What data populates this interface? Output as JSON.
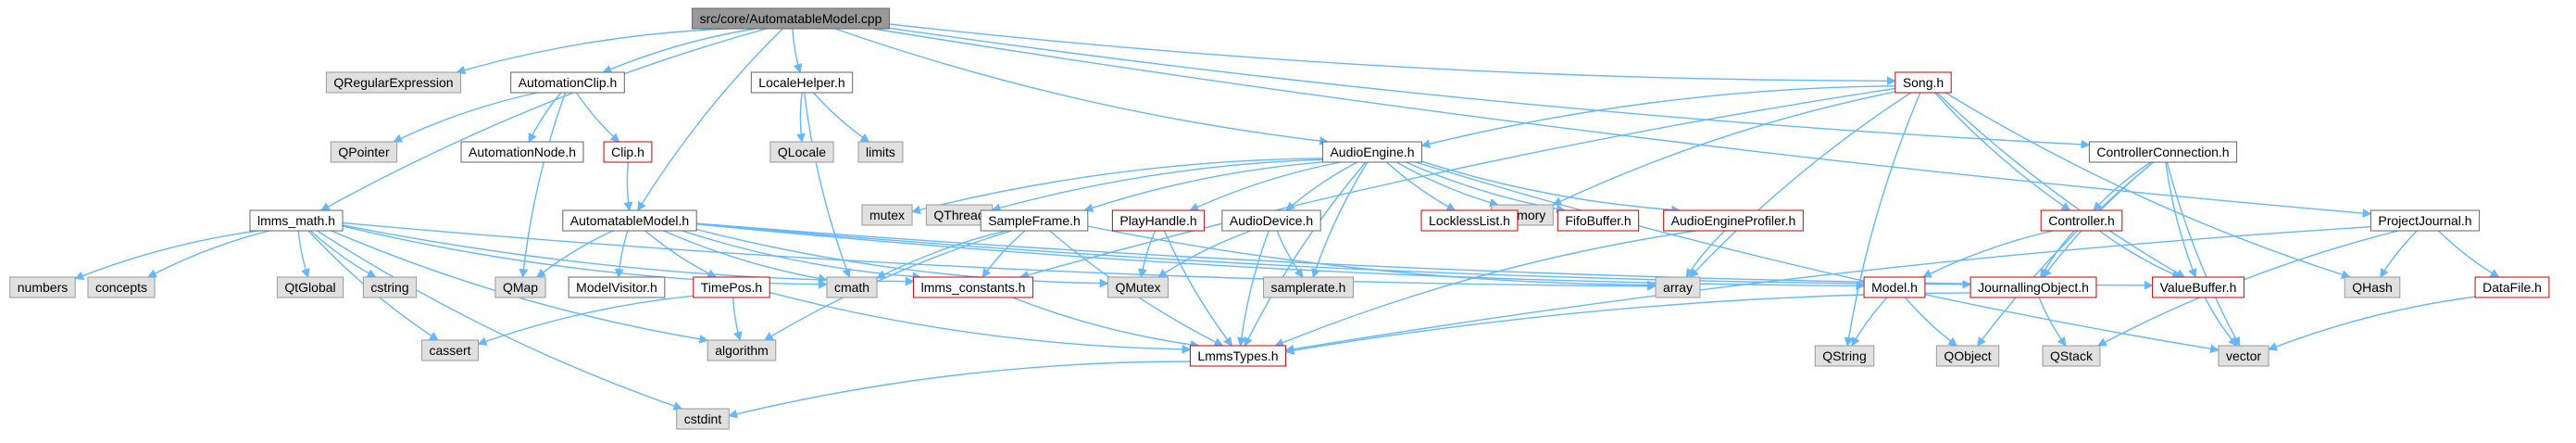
{
  "colors": {
    "edge": "#63b8ff",
    "focus_fill": "#999999",
    "focus_border": "#666666",
    "normal_fill": "#ffffff",
    "normal_border": "#666666",
    "system_fill": "#e0e0e0",
    "system_border": "#999999",
    "truncated_border": "#cc0000"
  },
  "nodes": {
    "AutomatableModel_cpp": {
      "label": "src/core/AutomatableModel.cpp",
      "kind": "focus"
    },
    "QRegularExpression": {
      "label": "QRegularExpression",
      "kind": "system"
    },
    "AutomationClip_h": {
      "label": "AutomationClip.h",
      "kind": "normal"
    },
    "LocaleHelper_h": {
      "label": "LocaleHelper.h",
      "kind": "normal"
    },
    "Song_h": {
      "label": "Song.h",
      "kind": "truncated"
    },
    "QPointer": {
      "label": "QPointer",
      "kind": "system"
    },
    "AutomationNode_h": {
      "label": "AutomationNode.h",
      "kind": "normal"
    },
    "Clip_h": {
      "label": "Clip.h",
      "kind": "truncated"
    },
    "QLocale": {
      "label": "QLocale",
      "kind": "system"
    },
    "limits": {
      "label": "limits",
      "kind": "system"
    },
    "AudioEngine_h": {
      "label": "AudioEngine.h",
      "kind": "normal"
    },
    "ControllerConnection_h": {
      "label": "ControllerConnection.h",
      "kind": "normal"
    },
    "mutex": {
      "label": "mutex",
      "kind": "system"
    },
    "QThread": {
      "label": "QThread",
      "kind": "system"
    },
    "memory": {
      "label": "memory",
      "kind": "system"
    },
    "lmms_math_h": {
      "label": "lmms_math.h",
      "kind": "normal"
    },
    "AutomatableModel_h": {
      "label": "AutomatableModel.h",
      "kind": "normal"
    },
    "SampleFrame_h": {
      "label": "SampleFrame.h",
      "kind": "normal"
    },
    "PlayHandle_h": {
      "label": "PlayHandle.h",
      "kind": "truncated"
    },
    "AudioDevice_h": {
      "label": "AudioDevice.h",
      "kind": "normal"
    },
    "LocklessList_h": {
      "label": "LocklessList.h",
      "kind": "truncated"
    },
    "FifoBuffer_h": {
      "label": "FifoBuffer.h",
      "kind": "truncated"
    },
    "AudioEngineProfiler_h": {
      "label": "AudioEngineProfiler.h",
      "kind": "truncated"
    },
    "Controller_h": {
      "label": "Controller.h",
      "kind": "truncated"
    },
    "ProjectJournal_h": {
      "label": "ProjectJournal.h",
      "kind": "normal"
    },
    "numbers": {
      "label": "numbers",
      "kind": "system"
    },
    "concepts": {
      "label": "concepts",
      "kind": "system"
    },
    "QtGlobal": {
      "label": "QtGlobal",
      "kind": "system"
    },
    "cstring": {
      "label": "cstring",
      "kind": "system"
    },
    "QMap": {
      "label": "QMap",
      "kind": "system"
    },
    "ModelVisitor_h": {
      "label": "ModelVisitor.h",
      "kind": "normal"
    },
    "TimePos_h": {
      "label": "TimePos.h",
      "kind": "truncated"
    },
    "cmath": {
      "label": "cmath",
      "kind": "system"
    },
    "lmms_constants_h": {
      "label": "lmms_constants.h",
      "kind": "truncated"
    },
    "QMutex": {
      "label": "QMutex",
      "kind": "system"
    },
    "samplerate_h": {
      "label": "samplerate.h",
      "kind": "system"
    },
    "array": {
      "label": "array",
      "kind": "system"
    },
    "Model_h": {
      "label": "Model.h",
      "kind": "truncated"
    },
    "JournallingObject_h": {
      "label": "JournallingObject.h",
      "kind": "truncated"
    },
    "ValueBuffer_h": {
      "label": "ValueBuffer.h",
      "kind": "truncated"
    },
    "QHash": {
      "label": "QHash",
      "kind": "system"
    },
    "DataFile_h": {
      "label": "DataFile.h",
      "kind": "truncated"
    },
    "cassert": {
      "label": "cassert",
      "kind": "system"
    },
    "algorithm": {
      "label": "algorithm",
      "kind": "system"
    },
    "LmmsTypes_h": {
      "label": "LmmsTypes.h",
      "kind": "truncated"
    },
    "QString": {
      "label": "QString",
      "kind": "system"
    },
    "QObject": {
      "label": "QObject",
      "kind": "system"
    },
    "QStack": {
      "label": "QStack",
      "kind": "system"
    },
    "vector": {
      "label": "vector",
      "kind": "system"
    },
    "cstdint": {
      "label": "cstdint",
      "kind": "system"
    }
  },
  "edges": [
    [
      "AutomatableModel_cpp",
      "QRegularExpression"
    ],
    [
      "AutomatableModel_cpp",
      "AutomationClip_h"
    ],
    [
      "AutomatableModel_cpp",
      "LocaleHelper_h"
    ],
    [
      "AutomatableModel_cpp",
      "Song_h"
    ],
    [
      "AutomatableModel_cpp",
      "lmms_math_h"
    ],
    [
      "AutomatableModel_cpp",
      "AutomatableModel_h"
    ],
    [
      "AutomatableModel_cpp",
      "AudioEngine_h"
    ],
    [
      "AutomatableModel_cpp",
      "ControllerConnection_h"
    ],
    [
      "AutomatableModel_cpp",
      "ProjectJournal_h"
    ],
    [
      "AutomationClip_h",
      "QPointer"
    ],
    [
      "AutomationClip_h",
      "AutomationNode_h"
    ],
    [
      "AutomationClip_h",
      "Clip_h"
    ],
    [
      "AutomationClip_h",
      "QMap"
    ],
    [
      "Clip_h",
      "AutomatableModel_h"
    ],
    [
      "LocaleHelper_h",
      "QLocale"
    ],
    [
      "LocaleHelper_h",
      "limits"
    ],
    [
      "LocaleHelper_h",
      "cmath"
    ],
    [
      "Song_h",
      "AudioEngine_h"
    ],
    [
      "Song_h",
      "memory"
    ],
    [
      "Song_h",
      "Controller_h"
    ],
    [
      "Song_h",
      "QHash"
    ],
    [
      "Song_h",
      "array"
    ],
    [
      "Song_h",
      "QString"
    ],
    [
      "Song_h",
      "lmms_constants_h"
    ],
    [
      "Song_h",
      "ValueBuffer_h"
    ],
    [
      "AudioEngine_h",
      "mutex"
    ],
    [
      "AudioEngine_h",
      "QThread"
    ],
    [
      "AudioEngine_h",
      "SampleFrame_h"
    ],
    [
      "AudioEngine_h",
      "PlayHandle_h"
    ],
    [
      "AudioEngine_h",
      "AudioDevice_h"
    ],
    [
      "AudioEngine_h",
      "LocklessList_h"
    ],
    [
      "AudioEngine_h",
      "FifoBuffer_h"
    ],
    [
      "AudioEngine_h",
      "AudioEngineProfiler_h"
    ],
    [
      "AudioEngine_h",
      "memory"
    ],
    [
      "AudioEngine_h",
      "samplerate_h"
    ],
    [
      "AudioEngine_h",
      "LmmsTypes_h"
    ],
    [
      "AudioEngine_h",
      "vector"
    ],
    [
      "ControllerConnection_h",
      "Controller_h"
    ],
    [
      "ControllerConnection_h",
      "ValueBuffer_h"
    ],
    [
      "ControllerConnection_h",
      "JournallingObject_h"
    ],
    [
      "ControllerConnection_h",
      "QObject"
    ],
    [
      "ControllerConnection_h",
      "vector"
    ],
    [
      "Controller_h",
      "Model_h"
    ],
    [
      "Controller_h",
      "JournallingObject_h"
    ],
    [
      "Controller_h",
      "ValueBuffer_h"
    ],
    [
      "ProjectJournal_h",
      "QHash"
    ],
    [
      "ProjectJournal_h",
      "DataFile_h"
    ],
    [
      "ProjectJournal_h",
      "LmmsTypes_h"
    ],
    [
      "ProjectJournal_h",
      "QStack"
    ],
    [
      "DataFile_h",
      "vector"
    ],
    [
      "lmms_math_h",
      "numbers"
    ],
    [
      "lmms_math_h",
      "concepts"
    ],
    [
      "lmms_math_h",
      "QtGlobal"
    ],
    [
      "lmms_math_h",
      "cstring"
    ],
    [
      "lmms_math_h",
      "cassert"
    ],
    [
      "lmms_math_h",
      "algorithm"
    ],
    [
      "lmms_math_h",
      "cstdint"
    ],
    [
      "lmms_math_h",
      "cmath"
    ],
    [
      "lmms_math_h",
      "lmms_constants_h"
    ],
    [
      "lmms_math_h",
      "array"
    ],
    [
      "AutomatableModel_h",
      "QMap"
    ],
    [
      "AutomatableModel_h",
      "ModelVisitor_h"
    ],
    [
      "AutomatableModel_h",
      "TimePos_h"
    ],
    [
      "AutomatableModel_h",
      "cmath"
    ],
    [
      "AutomatableModel_h",
      "lmms_constants_h"
    ],
    [
      "AutomatableModel_h",
      "QMutex"
    ],
    [
      "AutomatableModel_h",
      "Model_h"
    ],
    [
      "AutomatableModel_h",
      "JournallingObject_h"
    ],
    [
      "AutomatableModel_h",
      "ValueBuffer_h"
    ],
    [
      "SampleFrame_h",
      "cmath"
    ],
    [
      "SampleFrame_h",
      "lmms_constants_h"
    ],
    [
      "SampleFrame_h",
      "algorithm"
    ],
    [
      "SampleFrame_h",
      "LmmsTypes_h"
    ],
    [
      "SampleFrame_h",
      "array"
    ],
    [
      "PlayHandle_h",
      "QMutex"
    ],
    [
      "PlayHandle_h",
      "LmmsTypes_h"
    ],
    [
      "AudioDevice_h",
      "QMutex"
    ],
    [
      "AudioDevice_h",
      "samplerate_h"
    ],
    [
      "AudioDevice_h",
      "LmmsTypes_h"
    ],
    [
      "AudioEngineProfiler_h",
      "array"
    ],
    [
      "AudioEngineProfiler_h",
      "LmmsTypes_h"
    ],
    [
      "TimePos_h",
      "cassert"
    ],
    [
      "TimePos_h",
      "algorithm"
    ],
    [
      "TimePos_h",
      "LmmsTypes_h"
    ],
    [
      "lmms_constants_h",
      "LmmsTypes_h"
    ],
    [
      "Model_h",
      "QString"
    ],
    [
      "Model_h",
      "QObject"
    ],
    [
      "JournallingObject_h",
      "QStack"
    ],
    [
      "JournallingObject_h",
      "LmmsTypes_h"
    ],
    [
      "ValueBuffer_h",
      "vector"
    ],
    [
      "LmmsTypes_h",
      "cstdint"
    ]
  ]
}
